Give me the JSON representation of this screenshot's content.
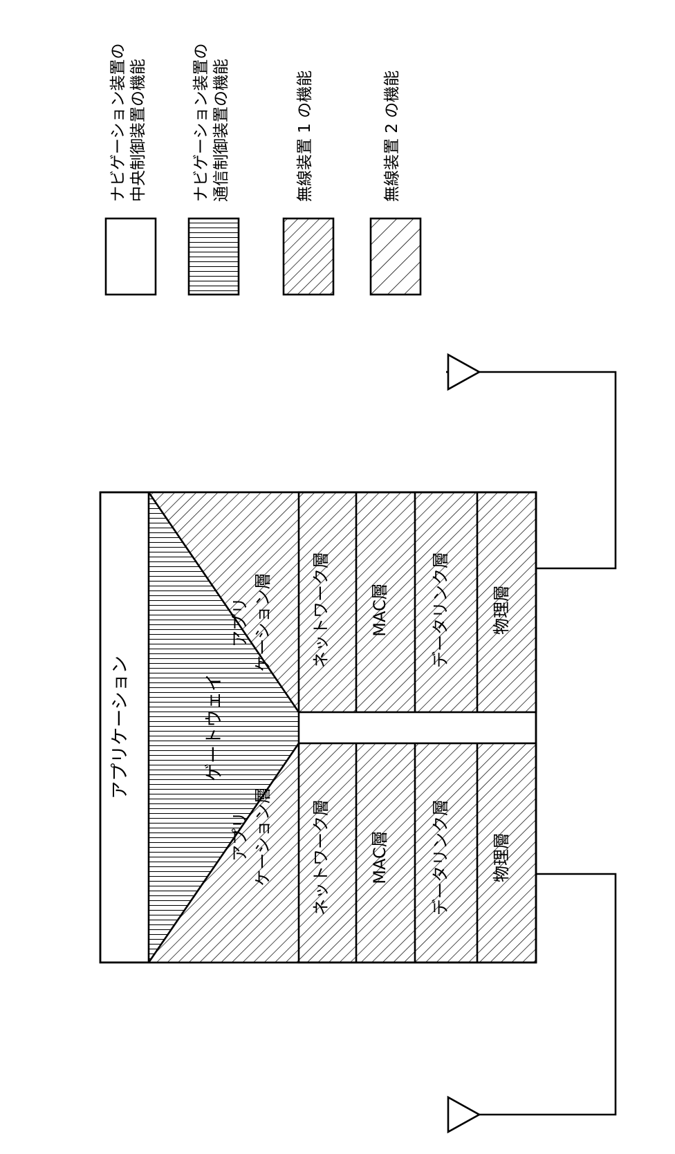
{
  "figure": {
    "title_present": false,
    "orientation": "rotated-90-ccw",
    "description": "Patent figure: protocol layer stack diagram with gateway and two radio devices"
  },
  "legend": {
    "items": [
      {
        "swatch": "blank-swatch",
        "pattern": "none",
        "line1": "ナビゲーション装置の",
        "line2": "中央制御装置の機能"
      },
      {
        "swatch": "horizontal-lines-swatch",
        "pattern": "horizontal-lines",
        "line1": "ナビゲーション装置の",
        "line2": "通信制御装置の機能"
      },
      {
        "swatch": "dense-diagonal-swatch",
        "pattern": "diagonal-dense",
        "line1": "無線装置 1 の機能",
        "line2": ""
      },
      {
        "swatch": "sparse-diagonal-swatch",
        "pattern": "diagonal-sparse",
        "line1": "無線装置 2 の機能",
        "line2": ""
      }
    ]
  },
  "diagram": {
    "application_label": "アプリケーション",
    "gateway_label": "ゲートウェイ",
    "stacks": [
      {
        "name": "radio-device-1-stack",
        "layers": [
          {
            "label_line1": "アプリ",
            "label_line2": "ケーション層",
            "pattern": "diagonal-dense"
          },
          {
            "label_line1": "ネットワーク層",
            "label_line2": "",
            "pattern": "diagonal-dense"
          },
          {
            "label_line1": "MAC層",
            "label_line2": "",
            "pattern": "diagonal-dense"
          },
          {
            "label_line1": "データリンク層",
            "label_line2": "",
            "pattern": "diagonal-dense"
          },
          {
            "label_line1": "物理層",
            "label_line2": "",
            "pattern": "diagonal-dense"
          }
        ],
        "antenna": "antenna-triangle"
      },
      {
        "name": "radio-device-2-stack",
        "layers": [
          {
            "label_line1": "アプリ",
            "label_line2": "ケーション層",
            "pattern": "diagonal-dense"
          },
          {
            "label_line1": "ネットワーク層",
            "label_line2": "",
            "pattern": "diagonal-dense"
          },
          {
            "label_line1": "MAC層",
            "label_line2": "",
            "pattern": "diagonal-dense"
          },
          {
            "label_line1": "データリンク層",
            "label_line2": "",
            "pattern": "diagonal-dense"
          },
          {
            "label_line1": "物理層",
            "label_line2": "",
            "pattern": "diagonal-dense"
          }
        ],
        "antenna": "antenna-triangle"
      }
    ]
  }
}
